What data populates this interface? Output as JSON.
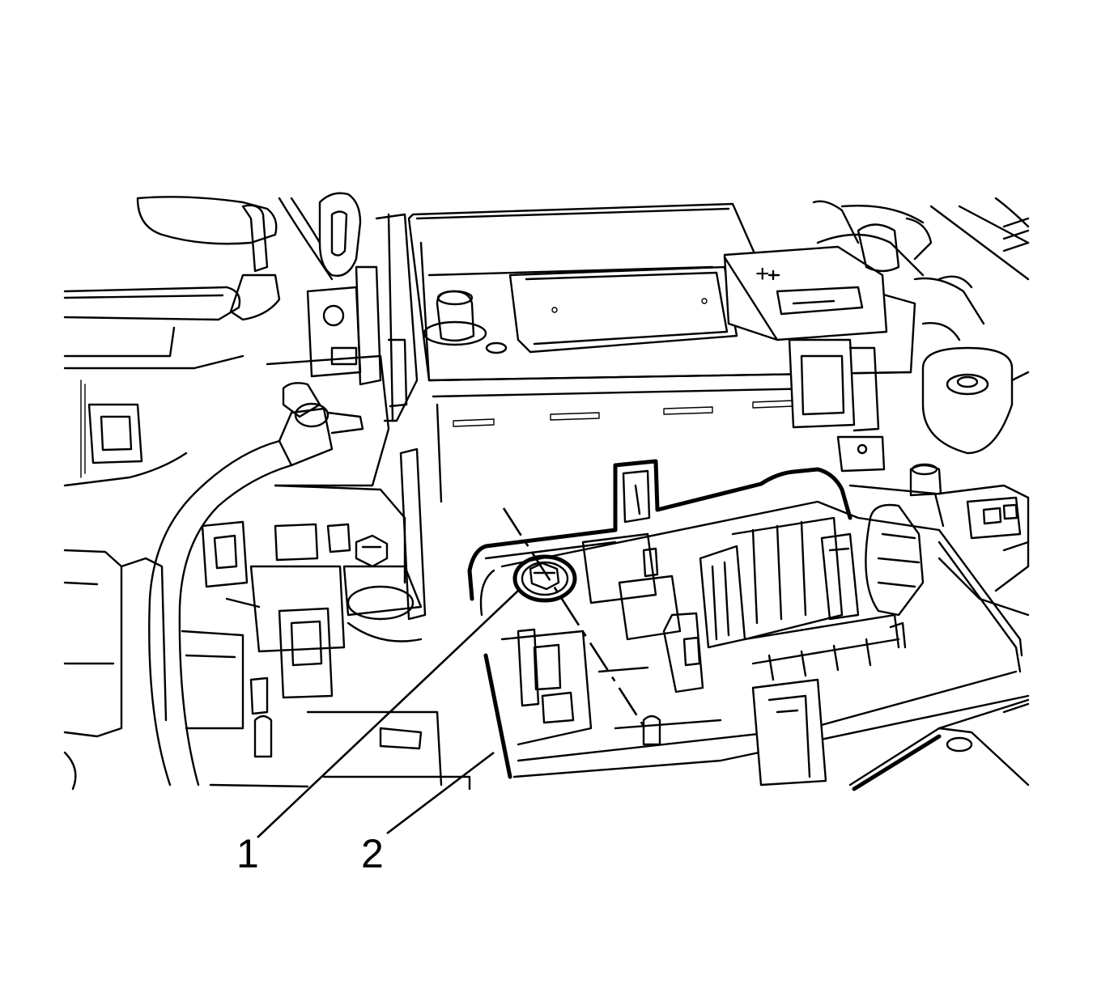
{
  "callouts": [
    {
      "id": "1",
      "label": "1"
    },
    {
      "id": "2",
      "label": "2"
    }
  ],
  "battery_terminal_symbol": "+",
  "line_color": "#000000",
  "background_color": "#ffffff"
}
